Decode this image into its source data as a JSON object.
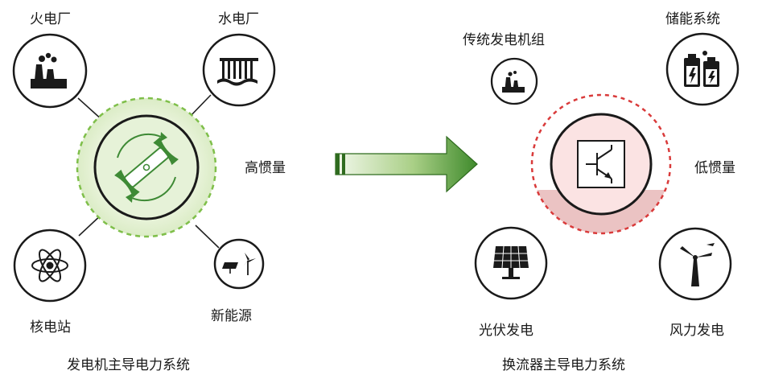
{
  "left": {
    "caption": "发电机主导电力系统",
    "inertia_label": "高惯量",
    "nodes": {
      "thermal": "火电厂",
      "hydro": "水电厂",
      "nuclear": "核电站",
      "new_energy": "新能源"
    }
  },
  "right": {
    "caption": "换流器主导电力系统",
    "inertia_label": "低惯量",
    "nodes": {
      "conventional": "传统发电机组",
      "storage": "储能系统",
      "pv": "光伏发电",
      "wind": "风力发电"
    }
  },
  "colors": {
    "generator_ring": "#7fbf4a",
    "converter_ring": "#d93a3a",
    "arrow_dark": "#2f6b1f",
    "arrow_light": "#e4f0d4"
  }
}
